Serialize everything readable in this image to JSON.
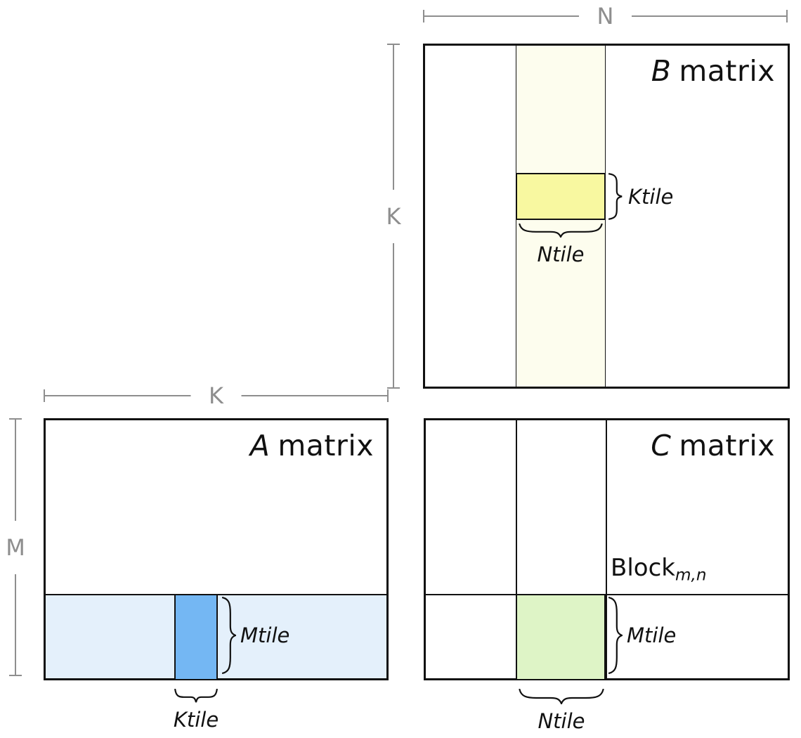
{
  "dimensions": {
    "n": "N",
    "k": "K",
    "m": "M"
  },
  "matrix_b": {
    "title_letter": "B",
    "title_word": "matrix",
    "ktile_label": "Ktile",
    "ntile_label": "Ntile"
  },
  "matrix_a": {
    "title_letter": "A",
    "title_word": "matrix",
    "mtile_label": "Mtile",
    "ktile_label": "Ktile"
  },
  "matrix_c": {
    "title_letter": "C",
    "title_word": "matrix",
    "mtile_label": "Mtile",
    "ntile_label": "Ntile",
    "block_label": "Block",
    "block_subscript": "m,n"
  },
  "colors": {
    "b_strip": "#fdfdee",
    "b_tile": "#f8f8a0",
    "a_strip": "#e4f0fb",
    "a_tile": "#74b7f3",
    "c_tile": "#def4c6",
    "dim_gray": "#8e8e8e",
    "line_black": "#111111"
  }
}
